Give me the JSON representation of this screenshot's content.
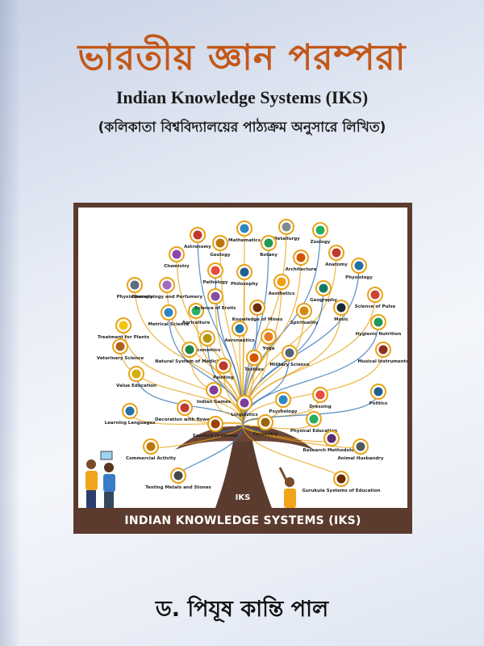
{
  "cover": {
    "title_bengali": "ভারতীয় জ্ঞান পরম্পরা",
    "title_english": "Indian Knowledge Systems (IKS)",
    "note_bengali": "(কলিকাতা বিশ্ববিদ্যালয়ের পাঠ্যক্রম অনুসারে লিখিত)",
    "banner": "INDIAN KNOWLEDGE SYSTEMS (IKS)",
    "trunk_label": "IKS",
    "author": "ড. পিযূষ কান্তি পাল",
    "colors": {
      "title": "#c2581a",
      "frame": "#5b3b2e",
      "tree_gold": "#e8a317",
      "tree_blue": "#2f6fb3"
    }
  },
  "illustration": {
    "nodes": [
      {
        "label": "Astronomy",
        "color": "#c0392b"
      },
      {
        "label": "Mathematics",
        "color": "#2e86c1"
      },
      {
        "label": "Metallurgy",
        "color": "#7f8c8d"
      },
      {
        "label": "Zoology",
        "color": "#27ae60"
      },
      {
        "label": "Chemistry",
        "color": "#8e44ad"
      },
      {
        "label": "Geology",
        "color": "#b9770e"
      },
      {
        "label": "Botany",
        "color": "#229954"
      },
      {
        "label": "Architecture",
        "color": "#d35400"
      },
      {
        "label": "Anatomy",
        "color": "#c0392b"
      },
      {
        "label": "Physiology",
        "color": "#2471a3"
      },
      {
        "label": "Physiotherapy",
        "color": "#5d6d7e"
      },
      {
        "label": "Cosmetology and Perfumery",
        "color": "#a569bd"
      },
      {
        "label": "Pathology",
        "color": "#e74c3c"
      },
      {
        "label": "Philosophy",
        "color": "#1f618d"
      },
      {
        "label": "Aesthetics",
        "color": "#f39c12"
      },
      {
        "label": "Geography",
        "color": "#117a65"
      },
      {
        "label": "Science of Pulse",
        "color": "#cb4335"
      },
      {
        "label": "Treatment for Plants",
        "color": "#f1c40f"
      },
      {
        "label": "Metrical Science",
        "color": "#2e86c1"
      },
      {
        "label": "Agriculture",
        "color": "#28b463"
      },
      {
        "label": "Science of Erotic",
        "color": "#884ea0"
      },
      {
        "label": "Knowledge of Mines",
        "color": "#6e2c00"
      },
      {
        "label": "Spirituality",
        "color": "#d68910"
      },
      {
        "label": "Music",
        "color": "#1c2833"
      },
      {
        "label": "Hygienic Nutrition",
        "color": "#229954"
      },
      {
        "label": "Veterinary Science",
        "color": "#af601a"
      },
      {
        "label": "Aeronautics",
        "color": "#2874a6"
      },
      {
        "label": "Economics",
        "color": "#b7950b"
      },
      {
        "label": "Yoga",
        "color": "#e67e22"
      },
      {
        "label": "Musical Instruments",
        "color": "#922b21"
      },
      {
        "label": "Value Education",
        "color": "#d4ac0d"
      },
      {
        "label": "Natural System of Medicine",
        "color": "#1e8449"
      },
      {
        "label": "Painting",
        "color": "#c0392b"
      },
      {
        "label": "Military Science",
        "color": "#566573"
      },
      {
        "label": "Textiles",
        "color": "#d35400"
      },
      {
        "label": "Indian Games",
        "color": "#7d3c98"
      },
      {
        "label": "Linguistics",
        "color": "#7d3c98"
      },
      {
        "label": "Psychology",
        "color": "#2e86c1"
      },
      {
        "label": "Dressing",
        "color": "#e74c3c"
      },
      {
        "label": "Politics",
        "color": "#1f618d"
      },
      {
        "label": "Learning Languages",
        "color": "#2471a3"
      },
      {
        "label": "Decoration with flowers",
        "color": "#c0392b"
      },
      {
        "label": "Carpentry",
        "color": "#9c640c"
      },
      {
        "label": "Physical Education",
        "color": "#27ae60"
      },
      {
        "label": "Commercial Activity",
        "color": "#b9770e"
      },
      {
        "label": "Sanskrit Grammar",
        "color": "#a04000"
      },
      {
        "label": "Research Methodology",
        "color": "#5b2c6f"
      },
      {
        "label": "Animal Husbandry",
        "color": "#515a5a"
      },
      {
        "label": "Testing Metals and Stones",
        "color": "#424949"
      },
      {
        "label": "Gurukula Systems of Education",
        "color": "#6e2c00"
      }
    ]
  }
}
